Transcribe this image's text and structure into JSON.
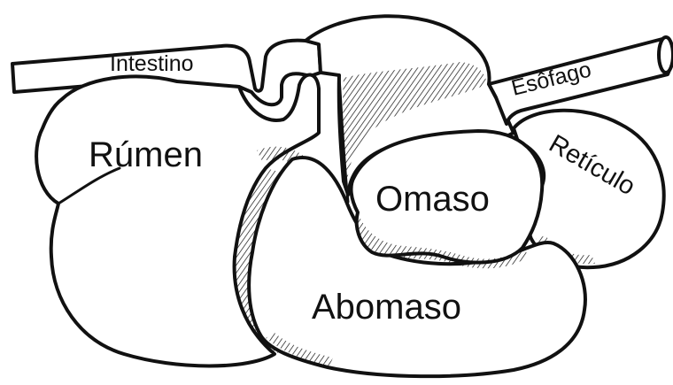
{
  "diagram": {
    "labels": {
      "intestino": "Intestino",
      "esofago": "Esôfago",
      "rumen": "Rúmen",
      "reticulo": "Retículo",
      "omaso": "Omaso",
      "abomaso": "Abomaso"
    },
    "colors": {
      "ink": "#111111",
      "paper": "#ffffff"
    }
  }
}
